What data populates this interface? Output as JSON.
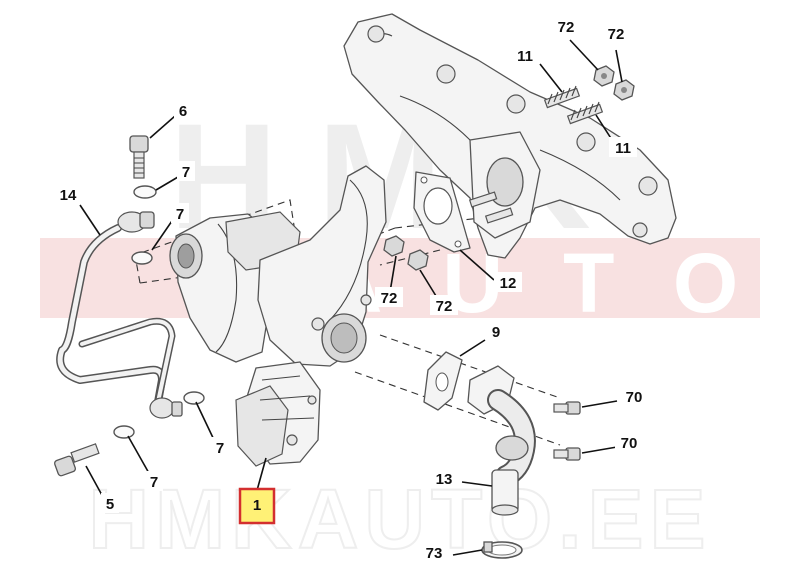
{
  "watermark": {
    "top_word": "HMK",
    "bottom_word": "AUTO",
    "domain": "HMKAUTO.EE",
    "colors": {
      "grey": "#eeeeee",
      "red": "#f8e1e1"
    }
  },
  "callouts": [
    {
      "id": "c-6a",
      "text": "6"
    },
    {
      "id": "c-7a",
      "text": "7"
    },
    {
      "id": "c-7b",
      "text": "7"
    },
    {
      "id": "c-14",
      "text": "14"
    },
    {
      "id": "c-11a",
      "text": "11"
    },
    {
      "id": "c-11b",
      "text": "11"
    },
    {
      "id": "c-72a",
      "text": "72"
    },
    {
      "id": "c-72b",
      "text": "72"
    },
    {
      "id": "c-72c",
      "text": "72"
    },
    {
      "id": "c-72d",
      "text": "72"
    },
    {
      "id": "c-12",
      "text": "12"
    },
    {
      "id": "c-9",
      "text": "9"
    },
    {
      "id": "c-70a",
      "text": "70"
    },
    {
      "id": "c-70b",
      "text": "70"
    },
    {
      "id": "c-7c",
      "text": "7"
    },
    {
      "id": "c-7d",
      "text": "7"
    },
    {
      "id": "c-5",
      "text": "5"
    },
    {
      "id": "c-1",
      "text": "1",
      "highlighted": true
    },
    {
      "id": "c-13",
      "text": "13"
    },
    {
      "id": "c-73",
      "text": "73"
    }
  ],
  "highlight_colors": {
    "fill": "#fff176",
    "border": "#d32f2f"
  }
}
